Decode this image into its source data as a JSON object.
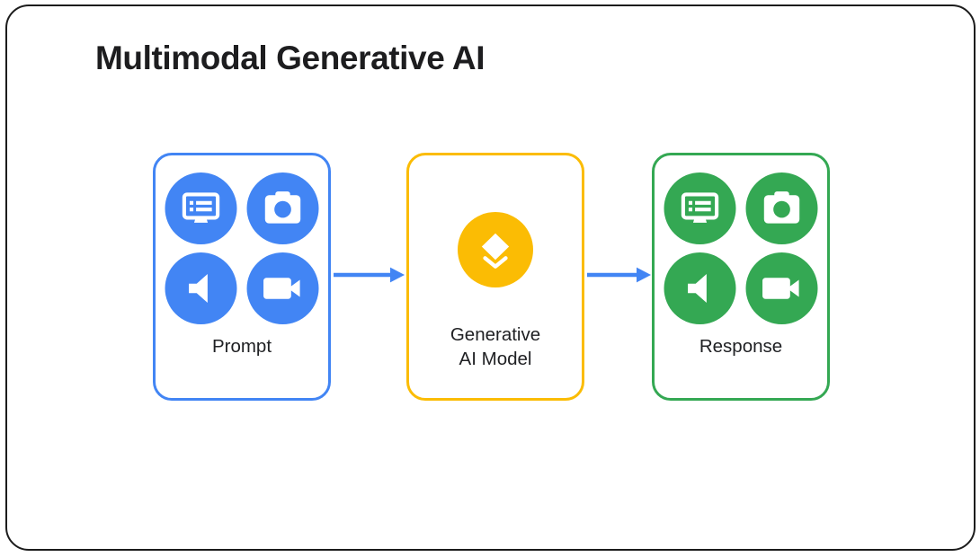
{
  "title": "Multimodal Generative AI",
  "colors": {
    "blue": "#4285F4",
    "yellow": "#FBBC04",
    "green": "#34A853",
    "frame_border": "#1c1c1c",
    "title_text": "#1d1d1f",
    "label_text": "#202124",
    "icon_white": "#FFFFFF",
    "arrow": "#4285F4"
  },
  "nodes": {
    "prompt": {
      "label": "Prompt",
      "accent": "#4285F4",
      "icons": [
        "subtitles-icon",
        "camera-icon",
        "speaker-icon",
        "videocam-icon"
      ]
    },
    "model": {
      "label_line1": "Generative",
      "label_line2": "AI Model",
      "accent": "#FBBC04",
      "icon": "layers-icon"
    },
    "response": {
      "label": "Response",
      "accent": "#34A853",
      "icons": [
        "subtitles-icon",
        "camera-icon",
        "speaker-icon",
        "videocam-icon"
      ]
    }
  },
  "arrows": [
    {
      "name": "prompt-to-model",
      "color": "#4285F4"
    },
    {
      "name": "model-to-response",
      "color": "#4285F4"
    }
  ]
}
